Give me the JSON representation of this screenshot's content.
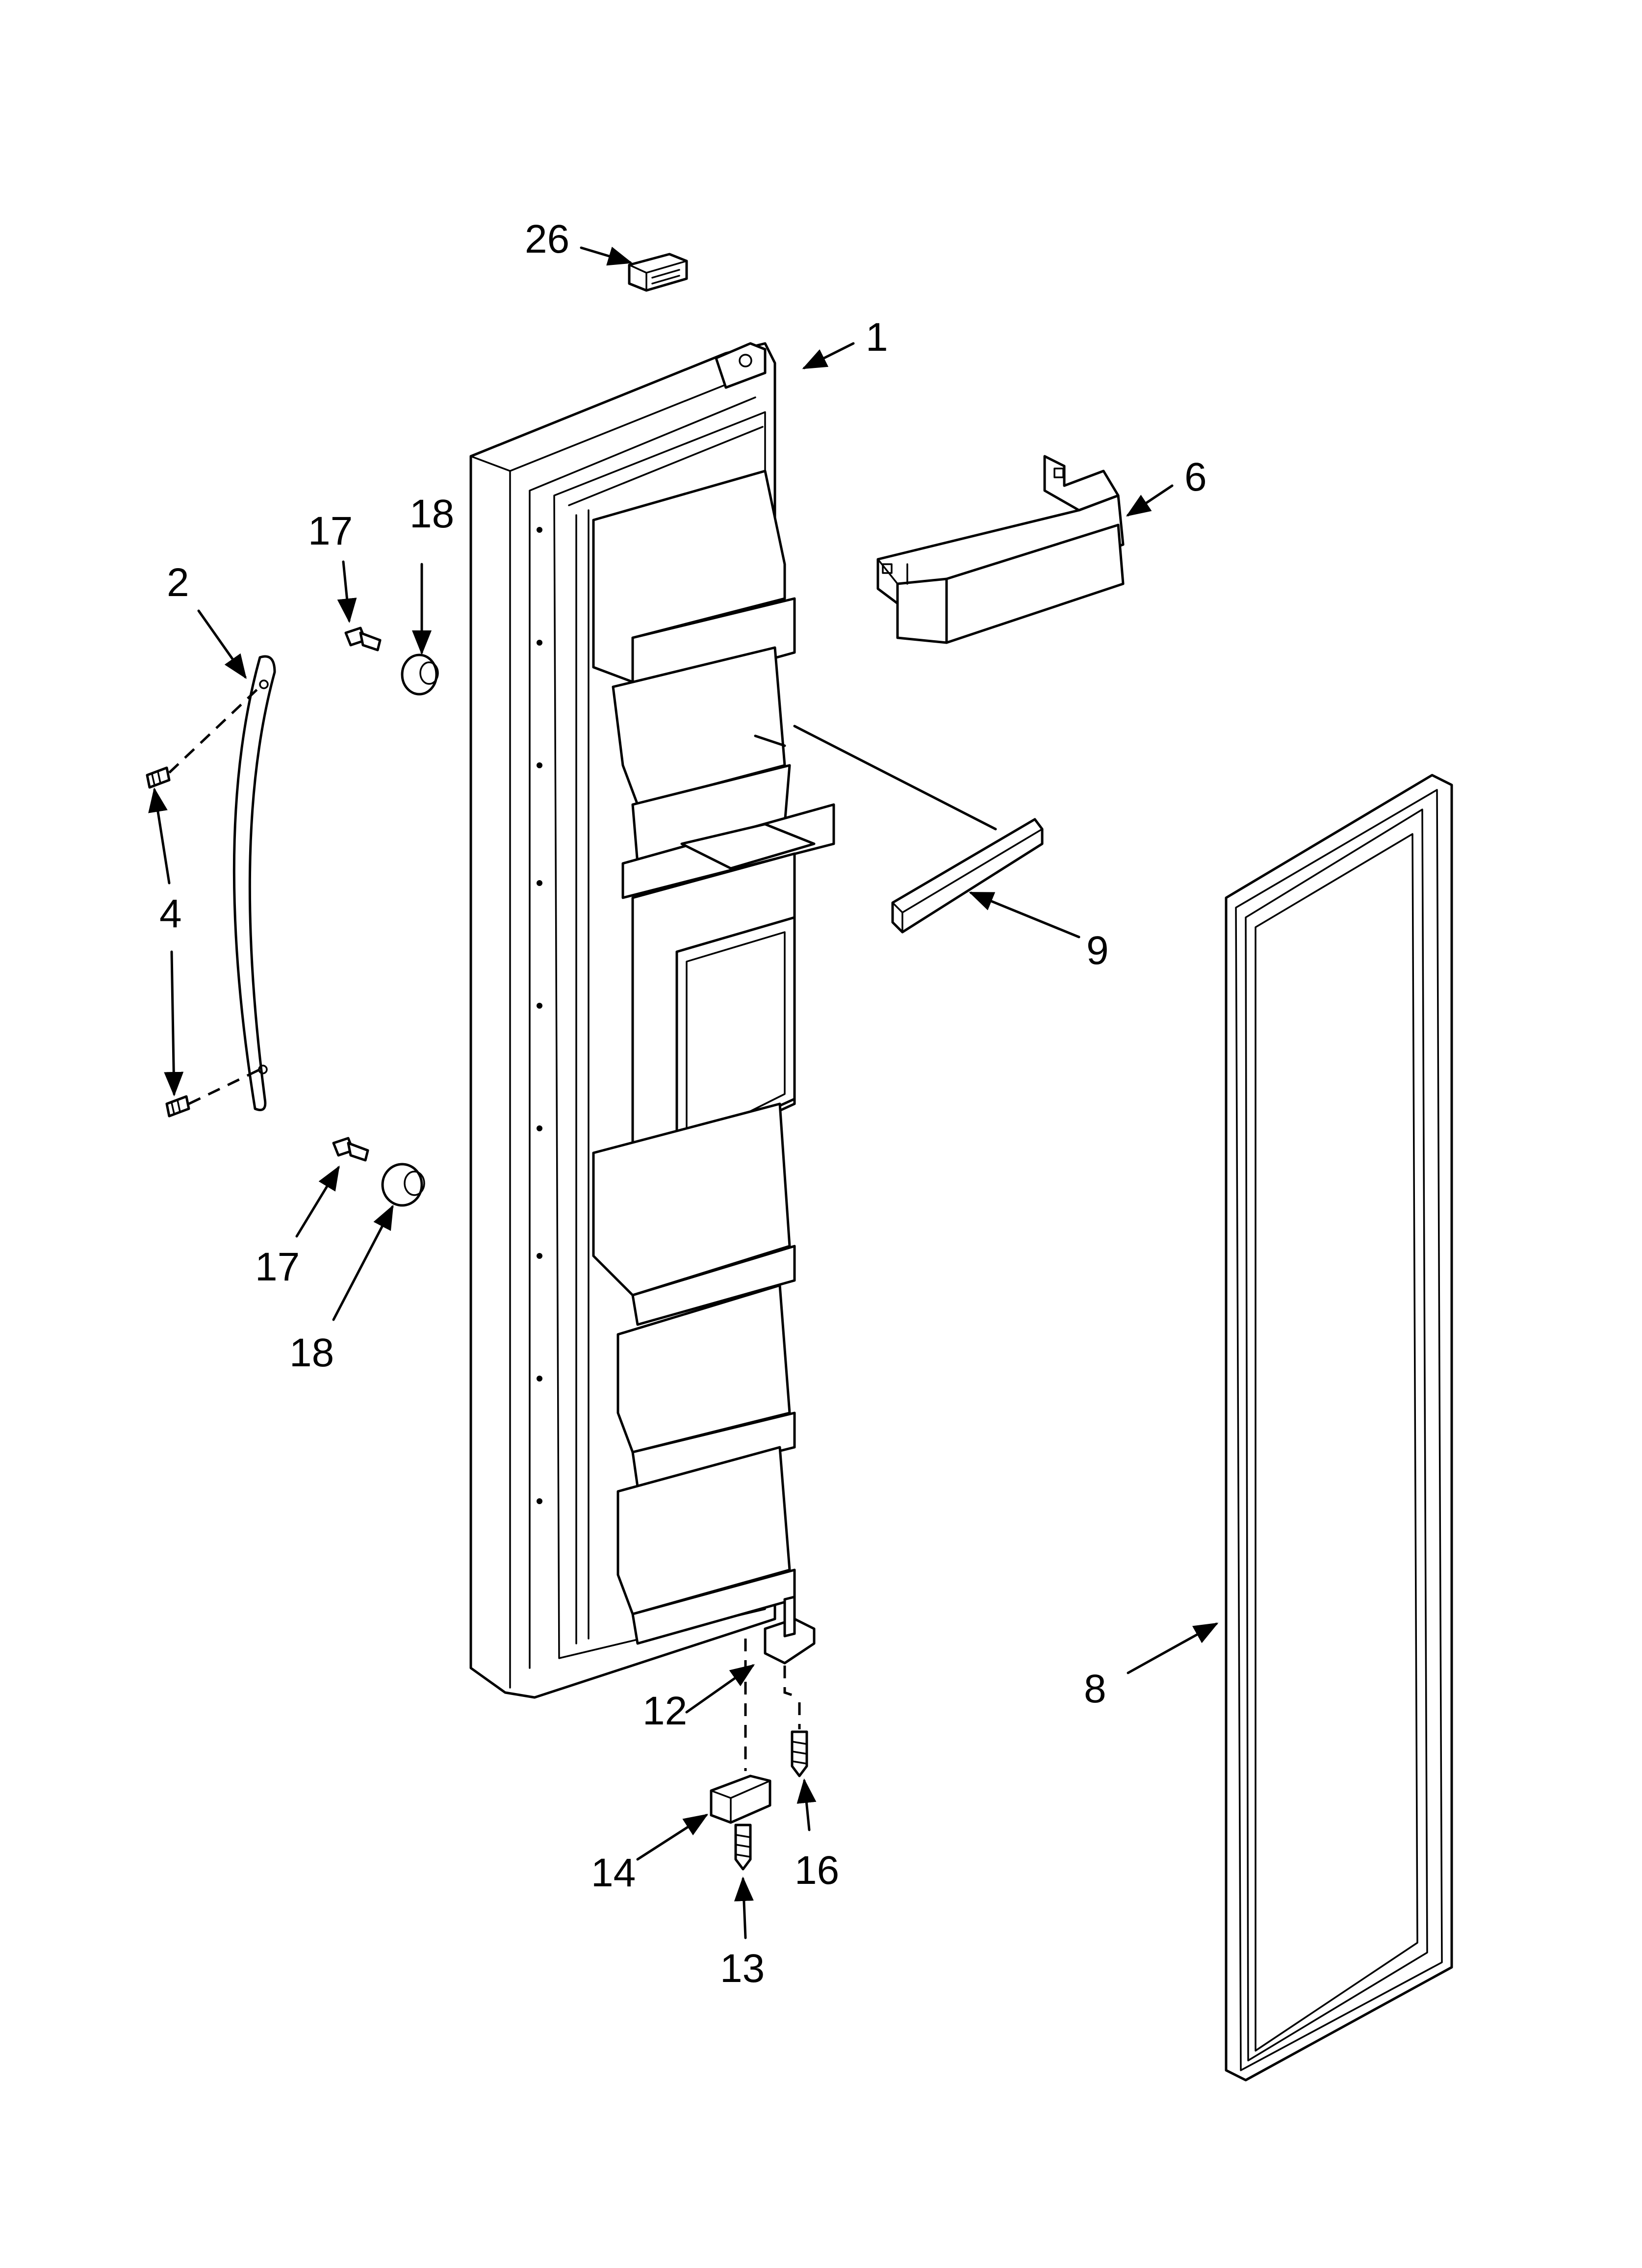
{
  "callouts": {
    "c26": "26",
    "c1": "1",
    "c6": "6",
    "c2": "2",
    "c17a": "17",
    "c18a": "18",
    "c4": "4",
    "c17b": "17",
    "c18b": "18",
    "c9": "9",
    "c8": "8",
    "c12": "12",
    "c14": "14",
    "c16": "16",
    "c13": "13"
  },
  "parts": [
    {
      "ref": "1",
      "name": "freezer-door"
    },
    {
      "ref": "2",
      "name": "door-handle"
    },
    {
      "ref": "4",
      "name": "handle-stud"
    },
    {
      "ref": "6",
      "name": "door-shelf"
    },
    {
      "ref": "8",
      "name": "door-gasket"
    },
    {
      "ref": "9",
      "name": "shelf-rail"
    },
    {
      "ref": "12",
      "name": "hinge-pin-bracket"
    },
    {
      "ref": "13",
      "name": "screw"
    },
    {
      "ref": "14",
      "name": "door-stop"
    },
    {
      "ref": "16",
      "name": "screw"
    },
    {
      "ref": "17",
      "name": "screw"
    },
    {
      "ref": "18",
      "name": "spacer"
    },
    {
      "ref": "26",
      "name": "connector"
    }
  ]
}
